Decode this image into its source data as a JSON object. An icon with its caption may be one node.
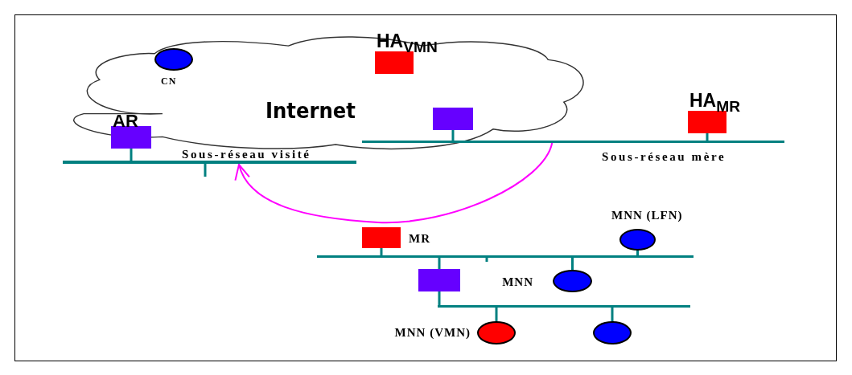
{
  "diagram": {
    "nodes": [
      {
        "text": [
          "Internet"
        ]
      },
      {
        "text": [
          "CN"
        ],
        "in": 0
      },
      {
        "text": [
          "HA$_{VMN}$"
        ],
        "in": 0
      },
      {
        "text": [
          "AR"
        ],
        "in": 0
      },
      {
        "text": [],
        "shape": "bar",
        "beside": [
          "Sous-réseau visité"
        ]
      },
      {
        "text": [],
        "shape": "box",
        "in": 0
      },
      {
        "text": [
          "HA$_{MR}$"
        ]
      },
      {
        "text": [],
        "shape": "bar",
        "beside": [
          "Sous-réseau mère"
        ]
      },
      {
        "text": [
          "MR"
        ]
      },
      {
        "text": [],
        "shape": "bar"
      },
      {
        "text": [
          "MNN (LFN)"
        ]
      },
      {
        "text": [],
        "shape": "box"
      },
      {
        "text": [
          "MNN"
        ]
      },
      {
        "text": [],
        "shape": "bar"
      },
      {
        "text": [
          "MNN (VMN)"
        ]
      },
      {
        "text": [],
        "shape": "circle"
      }
    ],
    "edges": [
      {
        "from": 3,
        "to": 4,
        "arrow": "none"
      },
      {
        "from": 5,
        "to": 7,
        "arrow": "none"
      },
      {
        "from": 6,
        "to": 7,
        "arrow": "none"
      },
      {
        "from": 7,
        "to": 4,
        "arrow": "to",
        "color": "#ff00ff"
      },
      {
        "from": 8,
        "to": 9,
        "arrow": "none"
      },
      {
        "from": 10,
        "to": 9,
        "arrow": "none"
      },
      {
        "from": 9,
        "to": 11,
        "arrow": "none"
      },
      {
        "from": 12,
        "to": 9,
        "arrow": "none"
      },
      {
        "from": 11,
        "to": 13,
        "arrow": "none"
      },
      {
        "from": 14,
        "to": 13,
        "arrow": "none"
      },
      {
        "from": 15,
        "to": 13,
        "arrow": "none"
      }
    ]
  }
}
